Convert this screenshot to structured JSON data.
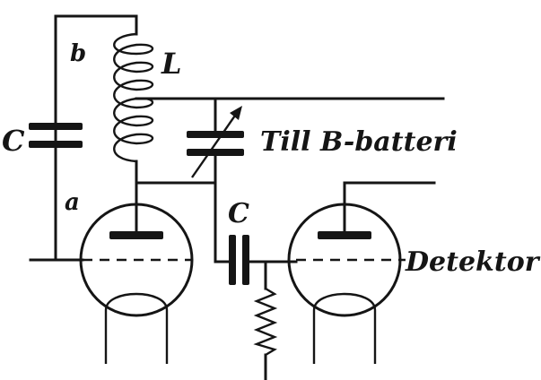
{
  "labels": {
    "inductor": "L",
    "tap_b": "b",
    "tap_a": "a",
    "capacitor_left": "C",
    "capacitor_coupling": "C",
    "b_battery": "Till B-batteri",
    "detector": "Detektor"
  },
  "colors": {
    "ink": "#151515",
    "paper": "#ffffff"
  }
}
